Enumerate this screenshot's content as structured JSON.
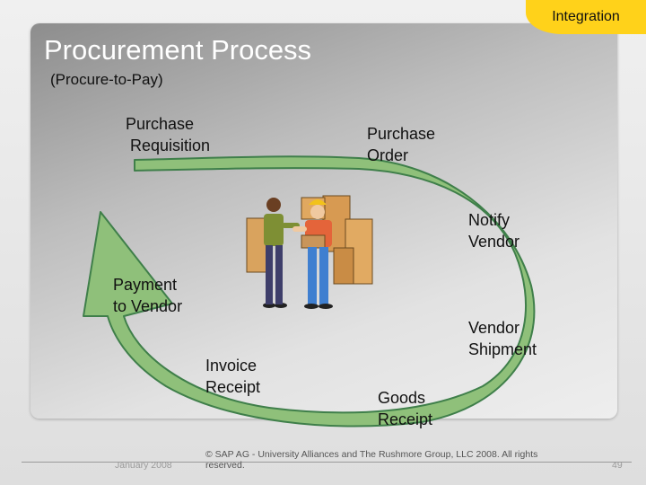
{
  "badge": {
    "label": "Integration"
  },
  "slide": {
    "title": "Procurement Process",
    "subtitle": "(Procure-to-Pay)"
  },
  "steps": [
    {
      "label": "Purchase\n Requisition"
    },
    {
      "label": "Purchase\nOrder"
    },
    {
      "label": "Notify\nVendor"
    },
    {
      "label": "Vendor\nShipment"
    },
    {
      "label": "Goods\nReceipt"
    },
    {
      "label": "Invoice\nReceipt"
    },
    {
      "label": "Payment\nto Vendor"
    }
  ],
  "footer": {
    "date": "January 2008",
    "copyright": "© SAP AG - University Alliances and The Rushmore Group, LLC 2008. All rights reserved.",
    "page": "49"
  },
  "colors": {
    "arrow_fill": "#8fc07a",
    "arrow_stroke": "#3f7f4a",
    "badge": "#ffd21a"
  },
  "illustration": {
    "icon": "warehouse-workers-handshake-icon"
  }
}
